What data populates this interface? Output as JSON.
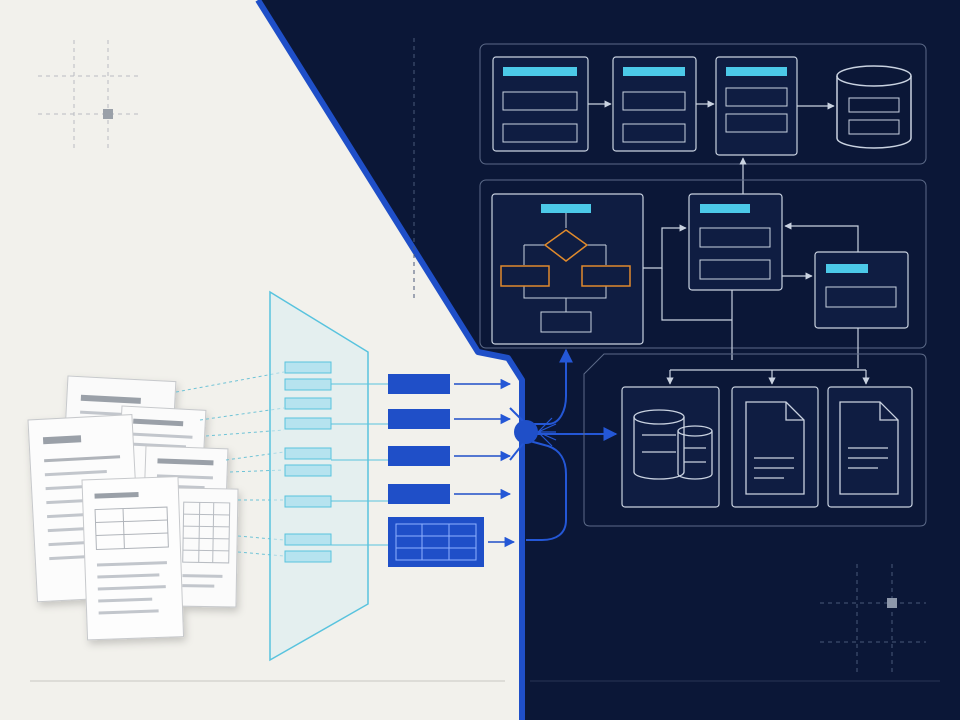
{
  "colors": {
    "paper_bg": "#f2f1ec",
    "dark_bg": "#0b1737",
    "accent_blue": "#1f4fc8",
    "line_blue": "#2457d6",
    "cyan_header": "#4cc9e8",
    "orange_flow": "#e08a2c",
    "light_line": "#a9b4c8",
    "doc_gray": "#9aa0a8",
    "grid_dash": "#b9bcc2"
  },
  "icons": {
    "documents": "document-stack-icon",
    "database": "database-icon",
    "file": "file-icon",
    "flowchart": "flowchart-icon",
    "hub": "hub-node-icon"
  },
  "diagram": {
    "source_documents": 6,
    "extraction_fields": 9,
    "output_tokens": 5,
    "pipeline_rows": 3
  }
}
